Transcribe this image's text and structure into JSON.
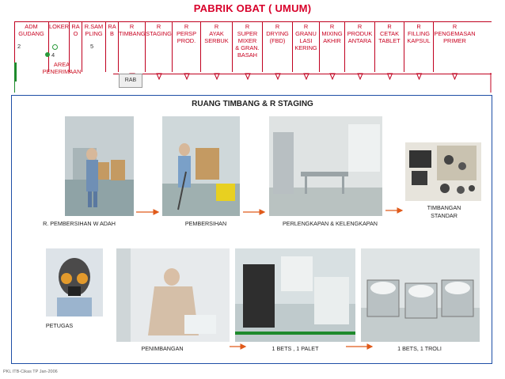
{
  "title": "PABRIK  OBAT ( UMUM)",
  "rooms": [
    {
      "lines": [
        "ADM",
        "GUDANG"
      ]
    },
    {
      "lines": [
        "LOKER"
      ]
    },
    {
      "lines": [
        "RA",
        "O"
      ]
    },
    {
      "lines": [
        "R.SAM",
        "PLING"
      ]
    },
    {
      "lines": [
        "RA",
        "B"
      ]
    },
    {
      "lines": [
        "R",
        "TIMBANG"
      ]
    },
    {
      "lines": [
        "R",
        "STAGING"
      ]
    },
    {
      "lines": [
        "R",
        "PERSP",
        "PROD."
      ]
    },
    {
      "lines": [
        "R",
        "AYAK",
        "SERBUK"
      ]
    },
    {
      "lines": [
        "R",
        "SUPER",
        "MIXER",
        "& GRAN.",
        "BASAH"
      ]
    },
    {
      "lines": [
        "R",
        "DRYING",
        "(FBD)"
      ]
    },
    {
      "lines": [
        "R",
        "GRANU",
        "LASI",
        "KERING"
      ]
    },
    {
      "lines": [
        "R",
        "MIXING",
        "AKHIR"
      ]
    },
    {
      "lines": [
        "R",
        "PRODUK",
        "ANTARA"
      ]
    },
    {
      "lines": [
        "R",
        "CETAK",
        "TABLET"
      ]
    },
    {
      "lines": [
        "R",
        "FILLING",
        "KAPSUL"
      ]
    },
    {
      "lines": [
        "R",
        "PENGEMASAN",
        "PRIMER"
      ]
    }
  ],
  "labels": {
    "num_2": "2",
    "num_5": "5",
    "num_4": "4",
    "area_line1": "AREA",
    "area_line2": "PENERIMAAN",
    "rab": "RAB"
  },
  "section_title": "RUANG  TIMBANG  &  R  STAGING",
  "captions": {
    "wadah": "R. PEMBERSIHAN  W ADAH",
    "pembersihan": "PEMBERSIHAN",
    "perlengkapan": "PERLENGKAPAN & KELENGKAPAN",
    "timbangan_1": "TIMBANGAN",
    "timbangan_2": "STANDAR",
    "petugas": "PETUGAS",
    "penimbangan": "PENIMBANGAN",
    "palet": "1 BETS , 1 PALET",
    "troli": "1 BETS, 1 TROLI"
  },
  "footer": "PKL ITB-Cikas TP Jan-2006",
  "colors": {
    "accent": "#d8002a",
    "panel_border": "#1e4ea6",
    "arrow": "#e05a1a"
  }
}
